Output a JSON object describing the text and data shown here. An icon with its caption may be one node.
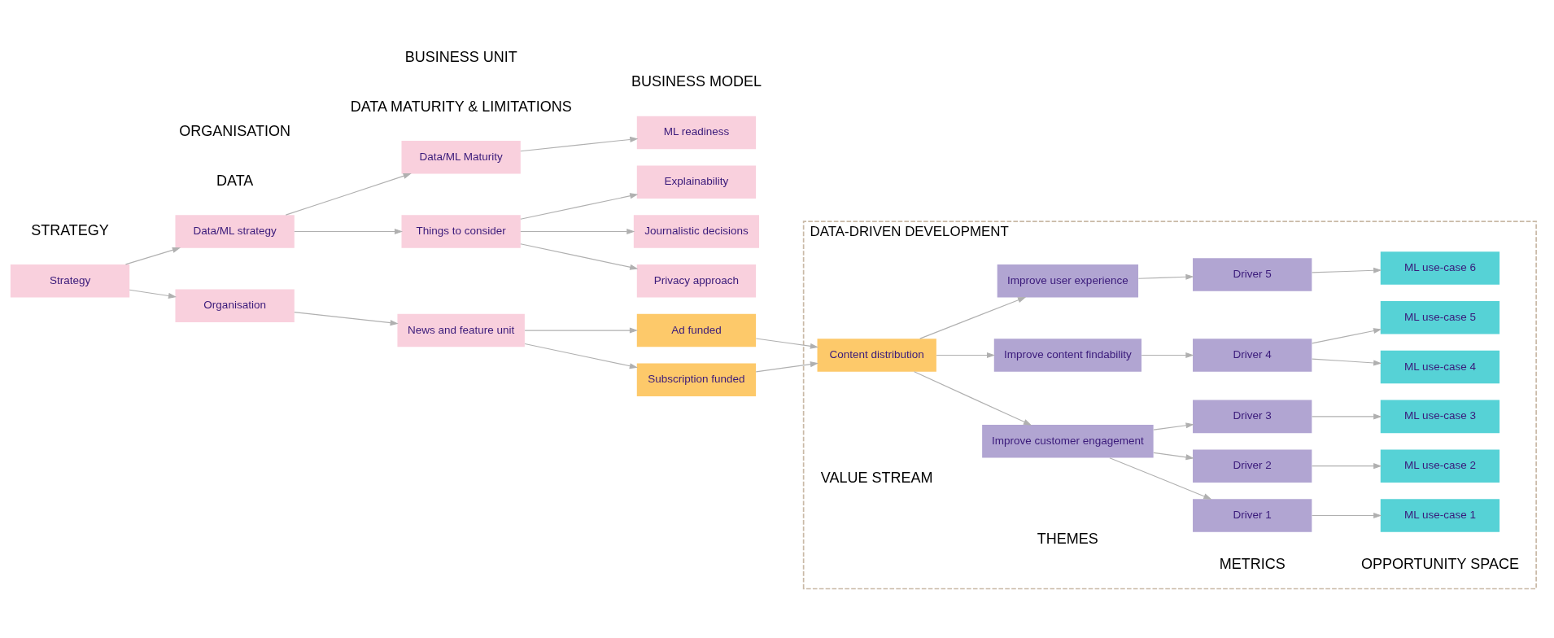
{
  "diagram": {
    "nodes": [
      {
        "text": [
          "Strategy"
        ]
      },
      {
        "text": [
          "Data/ML strategy"
        ]
      },
      {
        "text": [
          "Organisation"
        ]
      },
      {
        "text": [
          "Data/ML Maturity"
        ]
      },
      {
        "text": [
          "Things to consider"
        ]
      },
      {
        "text": [
          "News and feature unit"
        ]
      },
      {
        "text": [
          "ML readiness"
        ]
      },
      {
        "text": [
          "Explainability"
        ]
      },
      {
        "text": [
          "Journalistic decisions"
        ]
      },
      {
        "text": [
          "Privacy approach"
        ]
      },
      {
        "text": [
          "Ad funded"
        ]
      },
      {
        "text": [
          "Subscription funded"
        ]
      },
      {
        "text": [
          "DATA-DRIVEN DEVELOPMENT"
        ]
      },
      {
        "text": [
          "Content distribution"
        ],
        "in": 12
      },
      {
        "text": [
          "Improve customer engagement"
        ],
        "in": 12
      },
      {
        "text": [
          "Improve content findability"
        ],
        "in": 12
      },
      {
        "text": [
          "Improve user experience"
        ],
        "in": 12
      },
      {
        "text": [
          "Driver 1"
        ],
        "in": 12
      },
      {
        "text": [
          "Driver 2"
        ],
        "in": 12
      },
      {
        "text": [
          "Driver 3"
        ],
        "in": 12
      },
      {
        "text": [
          "Driver 4"
        ],
        "in": 12
      },
      {
        "text": [
          "Driver 5"
        ],
        "in": 12
      },
      {
        "text": [
          "ML use-case 1"
        ],
        "in": 12
      },
      {
        "text": [
          "ML use-case 2"
        ],
        "in": 12
      },
      {
        "text": [
          "ML use-case 3"
        ],
        "in": 12
      },
      {
        "text": [
          "ML use-case 4"
        ],
        "in": 12
      },
      {
        "text": [
          "ML use-case 5"
        ],
        "in": 12
      },
      {
        "text": [
          "ML use-case 6"
        ],
        "in": 12
      }
    ],
    "edges": [
      {
        "from": 0,
        "to": 1,
        "arrow": "to"
      },
      {
        "from": 0,
        "to": 2,
        "arrow": "to"
      },
      {
        "from": 1,
        "to": 3,
        "arrow": "to"
      },
      {
        "from": 1,
        "to": 4,
        "arrow": "to"
      },
      {
        "from": 2,
        "to": 5,
        "arrow": "to"
      },
      {
        "from": 3,
        "to": 6,
        "arrow": "to"
      },
      {
        "from": 4,
        "to": 7,
        "arrow": "to"
      },
      {
        "from": 4,
        "to": 8,
        "arrow": "to"
      },
      {
        "from": 4,
        "to": 9,
        "arrow": "to"
      },
      {
        "from": 5,
        "to": 10,
        "arrow": "to"
      },
      {
        "from": 5,
        "to": 11,
        "arrow": "to"
      },
      {
        "from": 10,
        "to": 13,
        "arrow": "to"
      },
      {
        "from": 11,
        "to": 13,
        "arrow": "to"
      },
      {
        "from": 13,
        "to": 14,
        "arrow": "to"
      },
      {
        "from": 13,
        "to": 15,
        "arrow": "to"
      },
      {
        "from": 13,
        "to": 16,
        "arrow": "to"
      },
      {
        "from": 14,
        "to": 17,
        "arrow": "to"
      },
      {
        "from": 14,
        "to": 18,
        "arrow": "to"
      },
      {
        "from": 14,
        "to": 19,
        "arrow": "to"
      },
      {
        "from": 15,
        "to": 20,
        "arrow": "to"
      },
      {
        "from": 16,
        "to": 21,
        "arrow": "to"
      },
      {
        "from": 17,
        "to": 22,
        "arrow": "to"
      },
      {
        "from": 18,
        "to": 23,
        "arrow": "to"
      },
      {
        "from": 19,
        "to": 24,
        "arrow": "to"
      },
      {
        "from": 20,
        "to": 25,
        "arrow": "to"
      },
      {
        "from": 20,
        "to": 26,
        "arrow": "to"
      },
      {
        "from": 21,
        "to": 27,
        "arrow": "to"
      }
    ],
    "labels": [
      "DATA",
      "DATA MATURITY & LIMITATIONS",
      "STRATEGY",
      "ORGANISATION",
      "BUSINESS UNIT",
      "BUSINESS MODEL",
      "VALUE STREAM",
      "THEMES",
      "METRICS",
      "OPPORTUNITY SPACE"
    ]
  }
}
